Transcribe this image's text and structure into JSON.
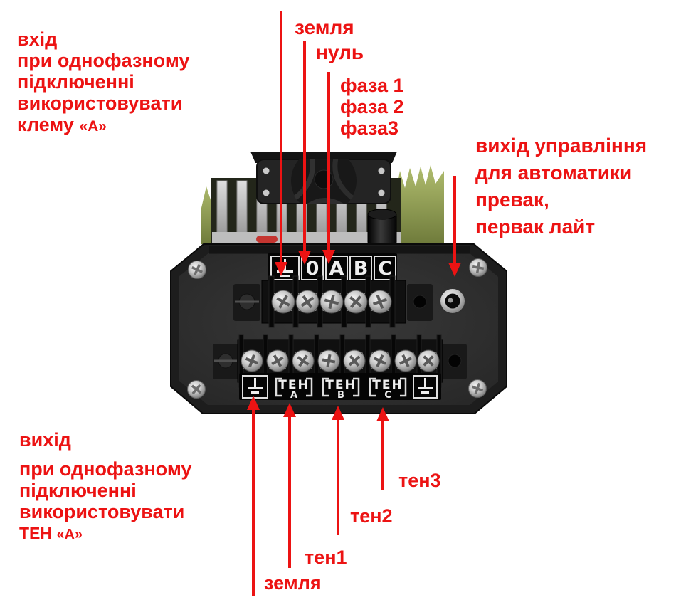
{
  "colors": {
    "annotation_red": "#ec1313",
    "panel_dark": "#1d1d1d",
    "heatsink_silver": "#c4c4c4",
    "fin_green": "#8e9c50"
  },
  "annotations": {
    "input_note": {
      "lines": [
        "вхід",
        "при однофазному",
        "підключенні",
        "використовувати"
      ],
      "last_line_prefix": "клему ",
      "last_line_token": "«А»"
    },
    "ground_top_label": "земля",
    "neutral_label": "нуль",
    "phase_labels": [
      "фаза 1",
      "фаза 2",
      "фаза3"
    ],
    "control_output_note": {
      "lines": [
        "вихід управління",
        "для автоматики",
        "превак,",
        "первак лайт"
      ]
    },
    "output_note": {
      "lines": [
        "вихід",
        "при однофазному",
        "підключенні",
        "використовувати"
      ],
      "last_line_prefix": "ТЕН ",
      "last_line_token": "«А»"
    },
    "heater3_label": "тен3",
    "heater2_label": "тен2",
    "heater1_label": "тен1",
    "ground_bottom_label": "земля"
  },
  "device": {
    "input_terminal_labels": [
      "0",
      "A",
      "B",
      "C"
    ],
    "earth_symbol": "earth-ground-icon",
    "output_terminal_groups": [
      {
        "name": "ТЕН",
        "phase": "А"
      },
      {
        "name": "ТЕН",
        "phase": "В"
      },
      {
        "name": "ТЕН",
        "phase": "С"
      }
    ]
  }
}
